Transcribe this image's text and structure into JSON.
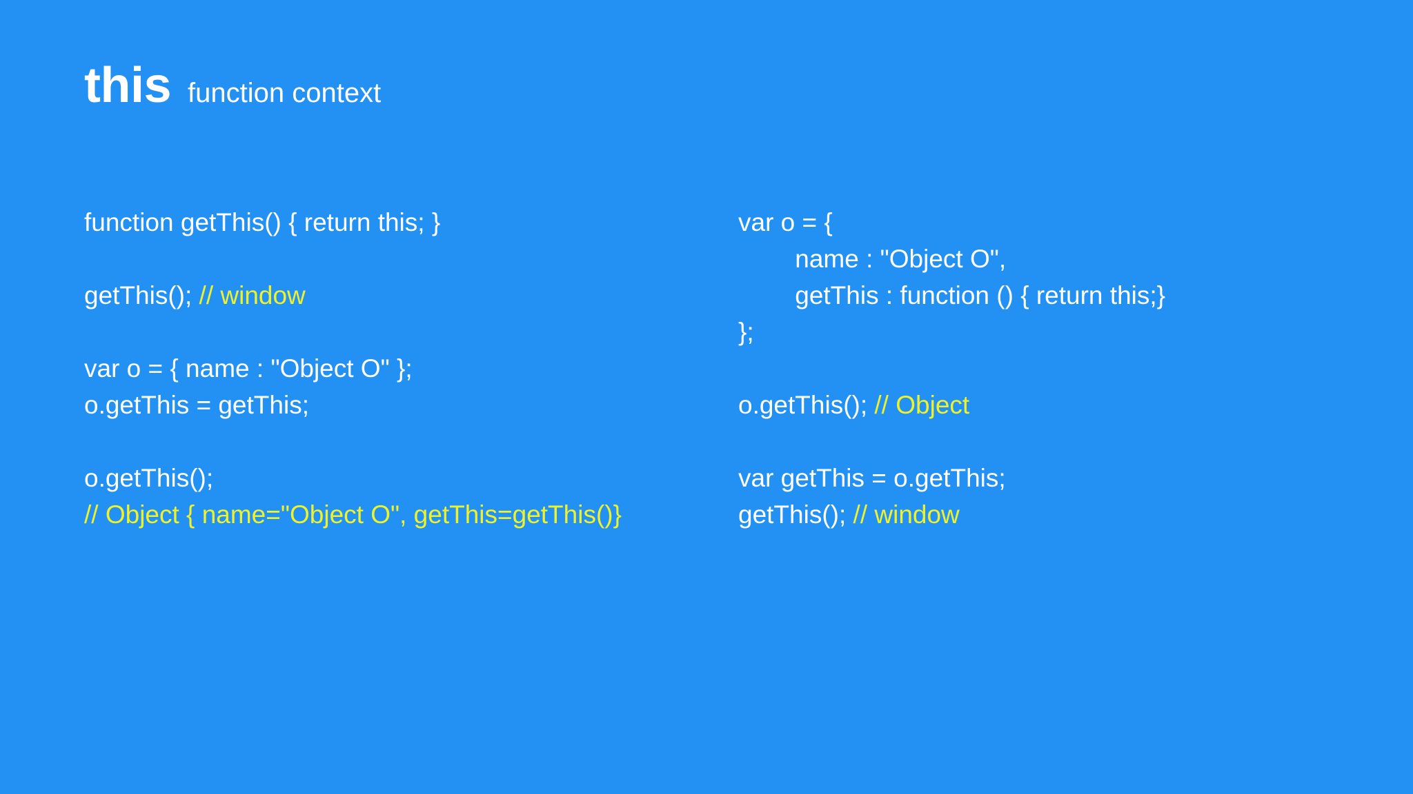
{
  "slide": {
    "background_color": "#2391f4",
    "code_color": "#ffffff",
    "comment_color": "#eff229"
  },
  "header": {
    "title": "this",
    "subtitle": "function context"
  },
  "columns": {
    "left": {
      "blocks": [
        {
          "lines": [
            {
              "code": "function getThis() { return this; }",
              "comment": ""
            }
          ]
        },
        {
          "lines": [
            {
              "code": "getThis(); ",
              "comment": "// window"
            }
          ]
        },
        {
          "lines": [
            {
              "code": "var o = { name : \"Object O\" };",
              "comment": ""
            },
            {
              "code": "o.getThis = getThis;",
              "comment": ""
            }
          ]
        },
        {
          "lines": [
            {
              "code": "o.getThis();",
              "comment": ""
            },
            {
              "code": "",
              "comment": "// Object { name=\"Object O\", getThis=getThis()}"
            }
          ]
        }
      ]
    },
    "right": {
      "blocks": [
        {
          "lines": [
            {
              "code": "var o = {",
              "comment": ""
            },
            {
              "code": "        name : \"Object O\",",
              "comment": ""
            },
            {
              "code": "        getThis : function () { return this;}",
              "comment": ""
            },
            {
              "code": "};",
              "comment": ""
            }
          ]
        },
        {
          "lines": [
            {
              "code": "o.getThis(); ",
              "comment": "// Object"
            }
          ]
        },
        {
          "lines": [
            {
              "code": "var getThis = o.getThis;",
              "comment": ""
            },
            {
              "code": "getThis(); ",
              "comment": "// window"
            }
          ]
        }
      ]
    }
  }
}
